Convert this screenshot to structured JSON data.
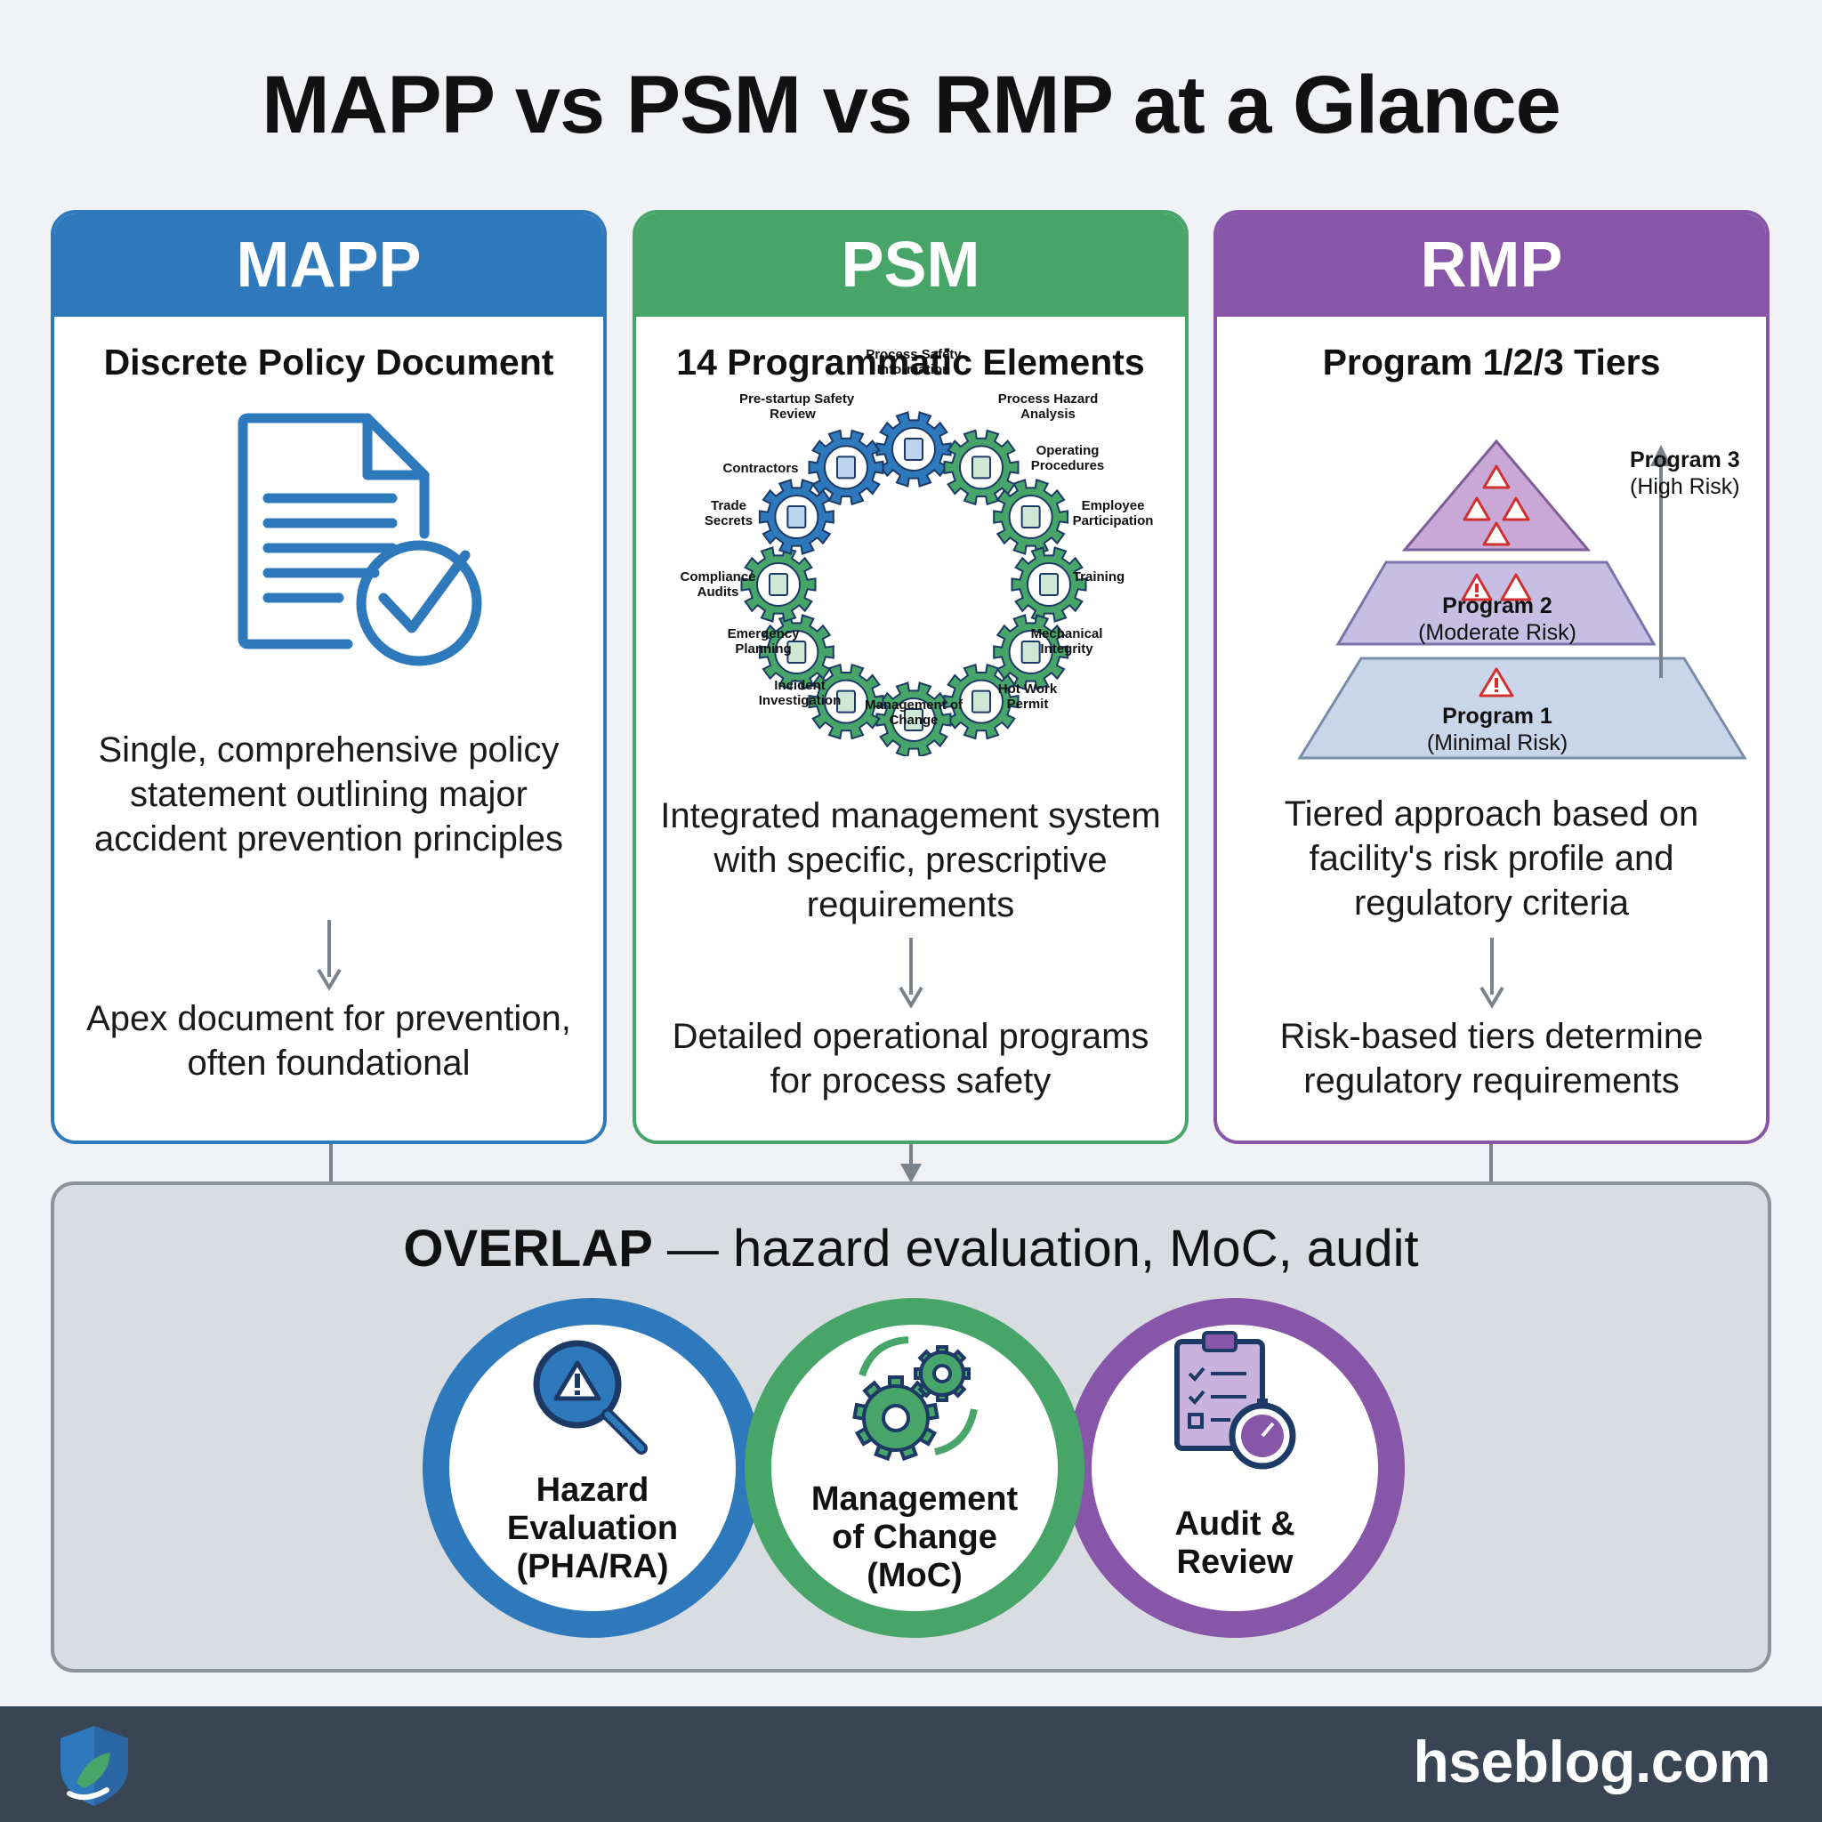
{
  "title": "MAPP vs PSM vs RMP at a Glance",
  "colors": {
    "mapp": "#2e78bc",
    "psm": "#48a56a",
    "rmp": "#8856a8",
    "overlap_border": "#8d949c",
    "footer": "#3a4554"
  },
  "cards": {
    "mapp": {
      "heading": "MAPP",
      "subtitle": "Discrete Policy Document",
      "icon": "policy-document-check-icon",
      "description": "Single, comprehensive policy statement outlining major accident prevention principles",
      "result": "Apex document for prevention, often foundational"
    },
    "psm": {
      "heading": "PSM",
      "subtitle": "14 Programmatic Elements",
      "elements": [
        "Process Safety Information",
        "Process Hazard Analysis",
        "Operating Procedures",
        "Employee Participation",
        "Training",
        "Mechanical Integrity",
        "Hot Work Permit",
        "Management of Change",
        "Incident Investigation",
        "Emergency Planning",
        "Compliance Audits",
        "Trade Secrets",
        "Contractors",
        "Pre-startup Safety Review"
      ],
      "description": "Integrated management system with specific, prescriptive requirements",
      "result": "Detailed operational programs for process safety"
    },
    "rmp": {
      "heading": "RMP",
      "subtitle": "Program 1/2/3 Tiers",
      "tiers": [
        {
          "name": "Program 3",
          "risk": "(High Risk)"
        },
        {
          "name": "Program 2",
          "risk": "(Moderate Risk)"
        },
        {
          "name": "Program 1",
          "risk": "(Minimal Risk)"
        }
      ],
      "description": "Tiered approach based on facility's risk profile and regulatory criteria",
      "result": "Risk-based tiers determine regulatory requirements"
    }
  },
  "overlap": {
    "label_bold": "OVERLAP",
    "label_rest": " — hazard evaluation, MoC, audit",
    "items": [
      {
        "label": "Hazard Evaluation (PHA/RA)",
        "icon": "magnifier-warning-icon"
      },
      {
        "label": "Management of Change (MoC)",
        "icon": "gears-cycle-icon"
      },
      {
        "label": "Audit & Review",
        "icon": "clipboard-stopwatch-icon"
      }
    ]
  },
  "footer": {
    "brand": "hseblog.com",
    "logo": "shield-leaf-logo"
  }
}
